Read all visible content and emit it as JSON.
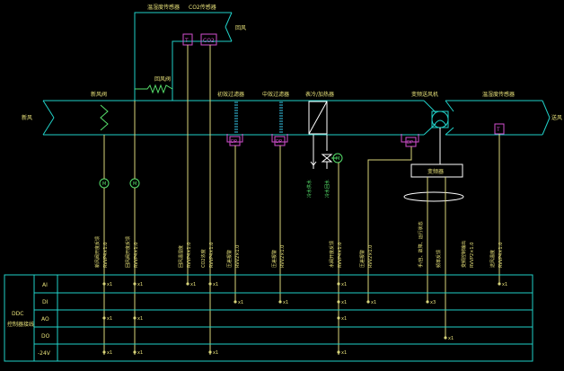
{
  "colors": {
    "bg": "#000000",
    "duct": "#21d1c8",
    "wire": "#d8d47a",
    "label": "#e8e27a",
    "sensor": "#d34fd0",
    "green": "#56e06b",
    "white": "#ffffff",
    "table": "#21d1c8"
  },
  "duct": {
    "inlet_label": "新风",
    "outlet_label": "送风",
    "return_label": "回风"
  },
  "top": {
    "temp_humidity_sensor": "温湿度传感器",
    "co2_sensor": "CO2传感器",
    "sensor_T": "T",
    "sensor_CO2": "CO2",
    "mixing_damper": "回风阀"
  },
  "components": {
    "fresh_damper": "新风阀",
    "primary_filter": "初效过滤器",
    "medium_filter": "中效过滤器",
    "coil": "表冷/加热器",
    "fan": "变频送风机",
    "supply_sensor": "温湿度传感器",
    "supply_T": "T",
    "dp": "DP",
    "motor": "M",
    "inverter": "变频器",
    "valve_left": "冷水供水",
    "valve_right": "冷水回水"
  },
  "point_labels": [
    {
      "name": "新风阀开度反馈",
      "cable": "RVVP4×1.0"
    },
    {
      "name": "回风阀开度反馈",
      "cable": "RVVP4×1.0"
    },
    {
      "name": "回风温湿度",
      "cable": "RVVP4×1.0"
    },
    {
      "name": "CO2浓度",
      "cable": "RVVP4×1.0"
    },
    {
      "name": "压差报警",
      "cable": "RVV2×1.0"
    },
    {
      "name": "压差报警",
      "cable": "RVV2×1.0"
    },
    {
      "name": "水阀开度反馈",
      "cable": "RVVP4×1.0"
    },
    {
      "name": "压差报警",
      "cable": "RVV2×1.0"
    },
    {
      "name": "手/自、故障、运行状态",
      "cable": ""
    },
    {
      "name": "频率反馈",
      "cable": ""
    },
    {
      "name": "变频控制输出",
      "cable": "RVVP2×1.0"
    },
    {
      "name": "送风温度",
      "cable": "RVVP4×1.0"
    }
  ],
  "table": {
    "left_title": "DDC",
    "left_subtitle": "控制器接线",
    "rows": [
      "AI",
      "DI",
      "AO",
      "DO",
      "-24V"
    ],
    "counts": {
      "x1": "x1",
      "x3": "x3"
    }
  }
}
